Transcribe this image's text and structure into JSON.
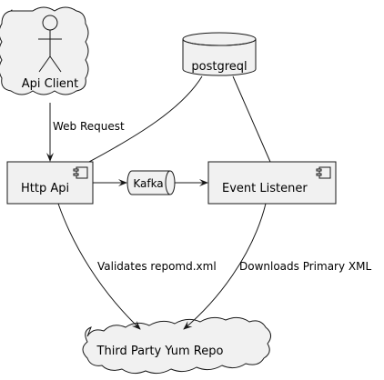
{
  "diagram": {
    "actor": {
      "label": "Api Client"
    },
    "database": {
      "label": "postgreql"
    },
    "components": {
      "http_api": {
        "label": "Http Api"
      },
      "event_listener": {
        "label": "Event Listener"
      }
    },
    "queue": {
      "label": "Kafka"
    },
    "cloud": {
      "label": "Third Party Yum Repo"
    },
    "edges": {
      "web_request": "Web Request",
      "validates": "Validates repomd.xml",
      "downloads": "Downloads Primary XML"
    },
    "colors": {
      "fill": "#f1f1f1",
      "stroke": "#181818",
      "background": "#ffffff"
    }
  }
}
